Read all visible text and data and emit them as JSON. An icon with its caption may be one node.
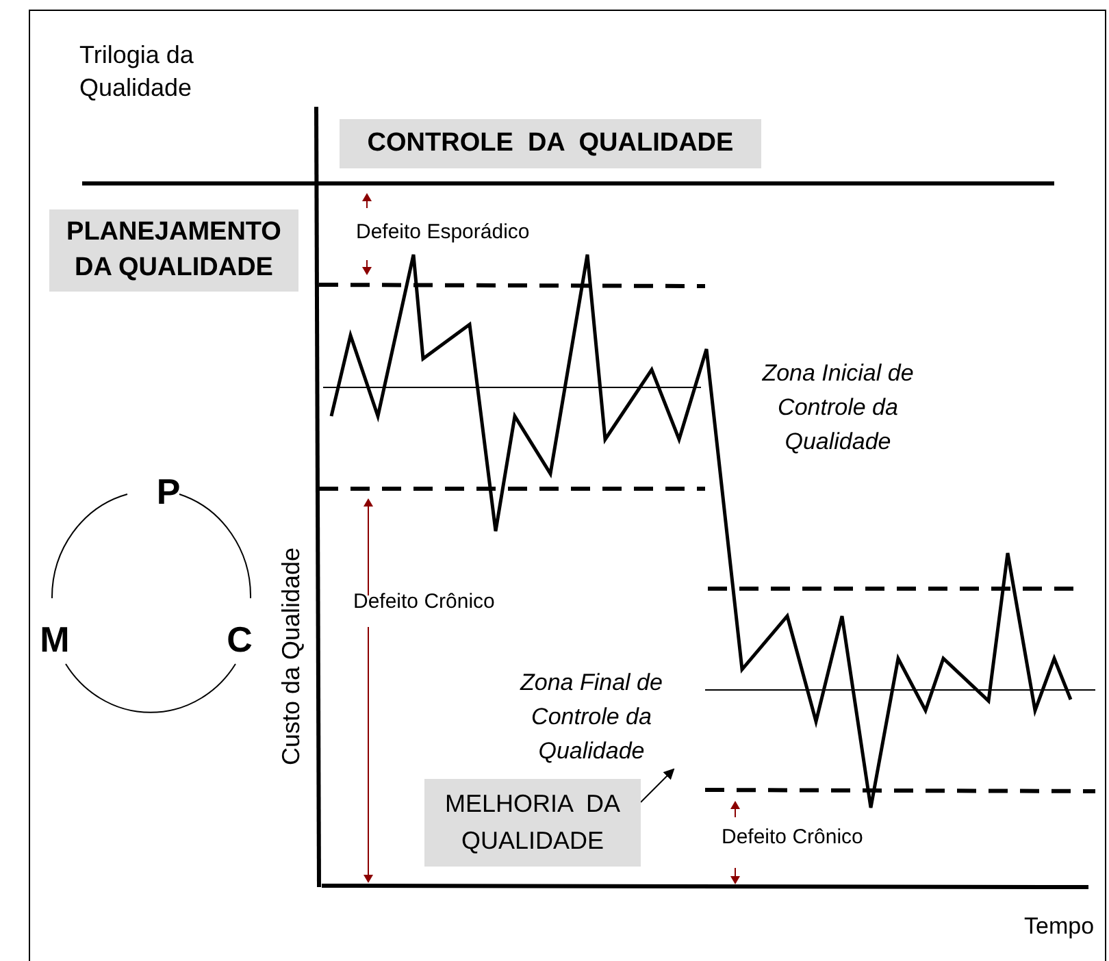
{
  "diagram": {
    "title": "Trilogia da Qualidade",
    "nodes": [
      {
        "text": [
          "CONTROLE  DA  QUALIDADE"
        ]
      },
      {
        "text": [
          "PLANEJAMENTO DA QUALIDADE"
        ]
      },
      {
        "text": [
          "Zona Final de Controle da Qualidade"
        ]
      },
      {
        "text": [
          "MELHORIA  DA QUALIDADE"
        ]
      }
    ],
    "edges": [
      {
        "from": 3,
        "to": 2,
        "arrow": "to"
      }
    ],
    "labels": [
      "Defeito Esporádico",
      "Zona Inicial de Controle da Qualidade",
      "P",
      "Custo da Qualidade",
      "Defeito Crônico",
      "M",
      "C",
      "Defeito Crônico",
      "Tempo"
    ]
  }
}
